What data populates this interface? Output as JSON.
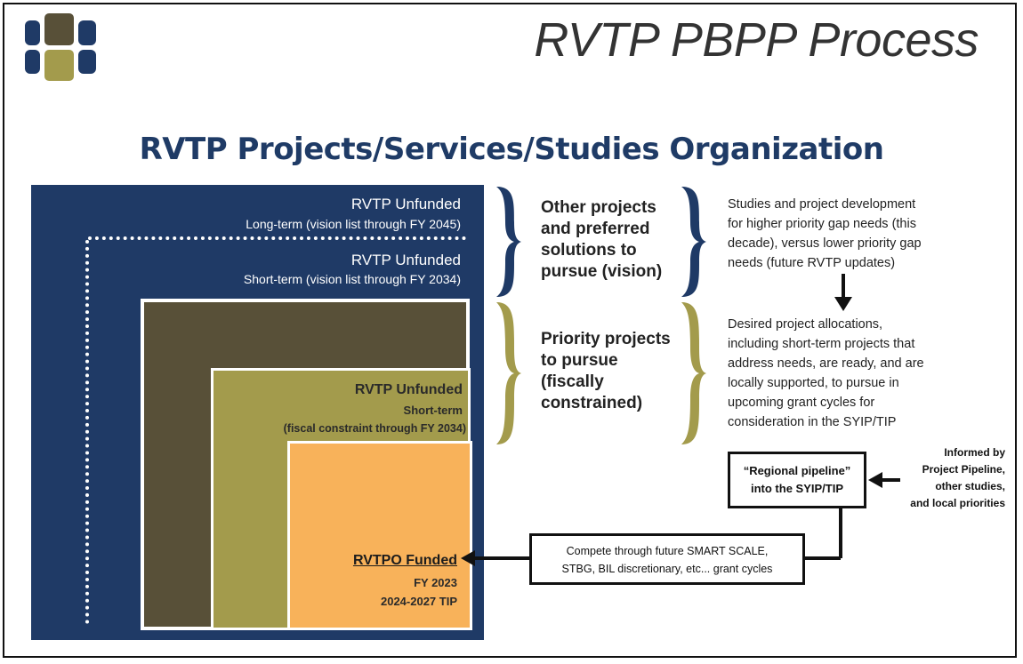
{
  "title": "RVTP PBPP Process",
  "subtitle": "RVTP Projects/Services/Studies Organization",
  "colors": {
    "navy": "#1f3a66",
    "dark_olive": "#585038",
    "olive": "#a39b4c",
    "orange": "#f8b25a",
    "title_blue": "#1f3b66"
  },
  "tiers": {
    "long_term": {
      "heading": "RVTP Unfunded",
      "detail": "Long-term (vision list through FY 2045)"
    },
    "short_term": {
      "heading": "RVTP Unfunded",
      "detail": "Short-term (vision list through FY 2034)"
    },
    "fiscal": {
      "heading": "RVTP Unfunded",
      "line2": "Short-term",
      "line3": "(fiscal constraint through FY 2034)"
    },
    "funded": {
      "heading": "RVTPO Funded",
      "line2": "FY 2023",
      "line3": "2024-2027 TIP"
    }
  },
  "middle": {
    "vision": [
      "Other projects",
      "and preferred",
      "solutions to",
      "pursue (vision)"
    ],
    "priority": [
      "Priority projects",
      "to pursue",
      "(fiscally",
      "constrained)"
    ]
  },
  "right": {
    "studies": [
      "Studies and project development",
      "for higher priority gap needs (this",
      "decade), versus lower priority gap",
      "needs (future RVTP updates)"
    ],
    "allocations": [
      "Desired project allocations,",
      "including short-term projects that",
      "address needs, are ready, and are",
      "locally supported, to pursue in",
      "upcoming grant cycles for",
      "consideration in the SYIP/TIP"
    ]
  },
  "pipeline_box": [
    "“Regional pipeline”",
    "into the SYIP/TIP"
  ],
  "informed_note": [
    "Informed by",
    "Project Pipeline,",
    "other studies,",
    "and local priorities"
  ],
  "compete_box": [
    "Compete through future SMART SCALE,",
    "STBG, BIL discretionary, etc... grant cycles"
  ]
}
